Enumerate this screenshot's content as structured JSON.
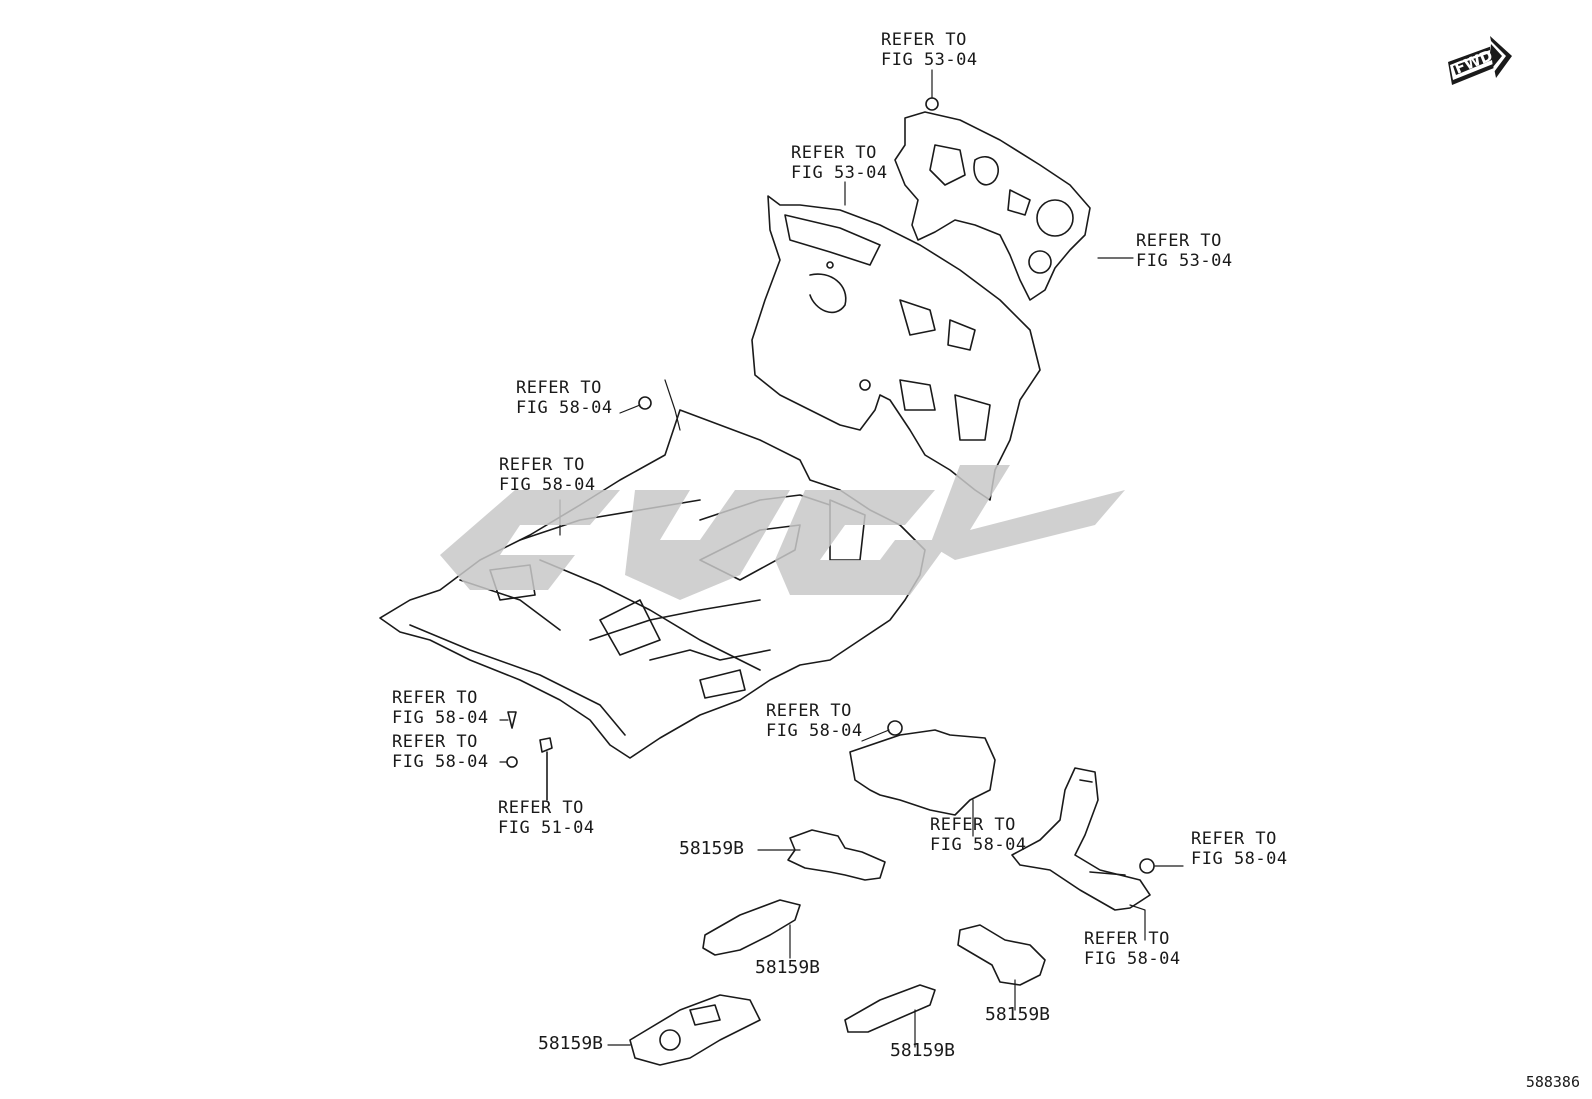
{
  "diagram_id": "588386",
  "fwd_badge": "FWD",
  "watermark_logo": "brand watermark",
  "refer_labels": [
    {
      "line1": "REFER TO",
      "line2": "FIG 53-04"
    },
    {
      "line1": "REFER TO",
      "line2": "FIG 53-04"
    },
    {
      "line1": "REFER TO",
      "line2": "FIG 53-04"
    },
    {
      "line1": "REFER TO",
      "line2": "FIG 58-04"
    },
    {
      "line1": "REFER TO",
      "line2": "FIG 58-04"
    },
    {
      "line1": "REFER TO",
      "line2": "FIG 58-04"
    },
    {
      "line1": "REFER TO",
      "line2": "FIG 58-04"
    },
    {
      "line1": "REFER TO",
      "line2": "FIG 58-04"
    },
    {
      "line1": "REFER TO",
      "line2": "FIG 51-04"
    },
    {
      "line1": "REFER TO",
      "line2": "FIG 58-04"
    },
    {
      "line1": "REFER TO",
      "line2": "FIG 58-04"
    },
    {
      "line1": "REFER TO",
      "line2": "FIG 58-04"
    }
  ],
  "part_numbers": [
    "58159B",
    "58159B",
    "58159B",
    "58159B",
    "58159B"
  ],
  "colors": {
    "line": "#1a1a1a",
    "watermark": "#c8c8c8",
    "background": "#ffffff"
  }
}
